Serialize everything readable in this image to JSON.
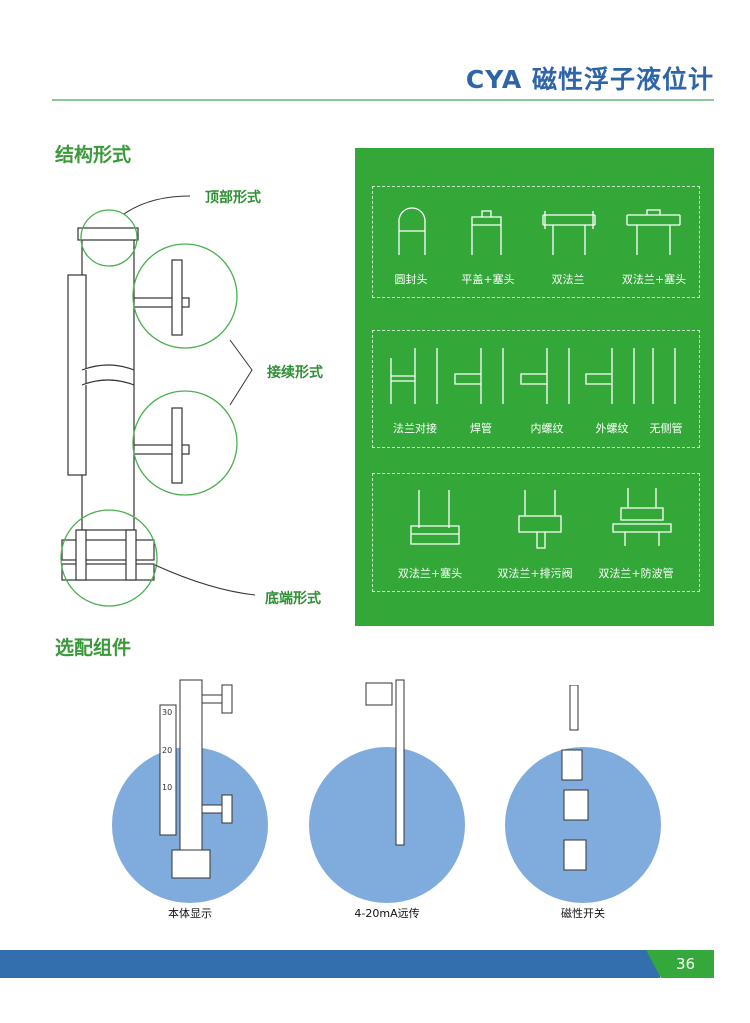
{
  "header": {
    "title": "CYA 磁性浮子液位计"
  },
  "structure": {
    "heading": "结构形式",
    "callouts": {
      "top": "顶部形式",
      "connection": "接续形式",
      "bottom": "底端形式"
    },
    "top_types": [
      "圆封头",
      "平盖+塞头",
      "双法兰",
      "双法兰+塞头"
    ],
    "connection_types": [
      "法兰对接",
      "焊管",
      "内螺纹",
      "外螺纹",
      "无侧管"
    ],
    "bottom_types": [
      "双法兰+塞头",
      "双法兰+排污阀",
      "双法兰+防波管"
    ]
  },
  "accessories": {
    "heading": "选配组件",
    "items": [
      "本体显示",
      "4-20mA远传",
      "磁性开关"
    ],
    "scale_labels": [
      "30",
      "20",
      "10"
    ]
  },
  "footer": {
    "page_number": "36"
  },
  "colors": {
    "title_blue": "#2e64a8",
    "green": "#33a838",
    "circle_blue": "#80abdd",
    "footer_blue": "#336fae"
  }
}
